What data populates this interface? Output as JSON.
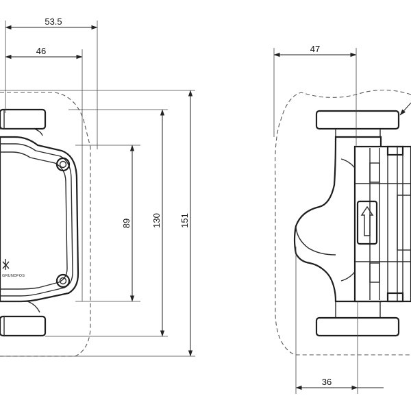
{
  "dimensions": {
    "d53_5": "53.5",
    "d46": "46",
    "d89": "89",
    "d130": "130",
    "d151": "151",
    "d47": "47",
    "d36": "36"
  },
  "brand": "GRUNDFOS"
}
